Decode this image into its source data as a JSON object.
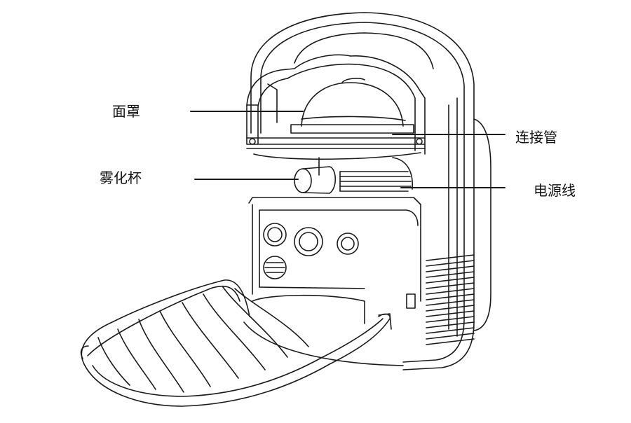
{
  "labels": {
    "mask": "面罩",
    "nebulizer_cup": "雾化杯",
    "connection_tube": "连接管",
    "power_cord": "电源线"
  },
  "colors": {
    "line": "#1a1a1a",
    "background": "#ffffff"
  }
}
